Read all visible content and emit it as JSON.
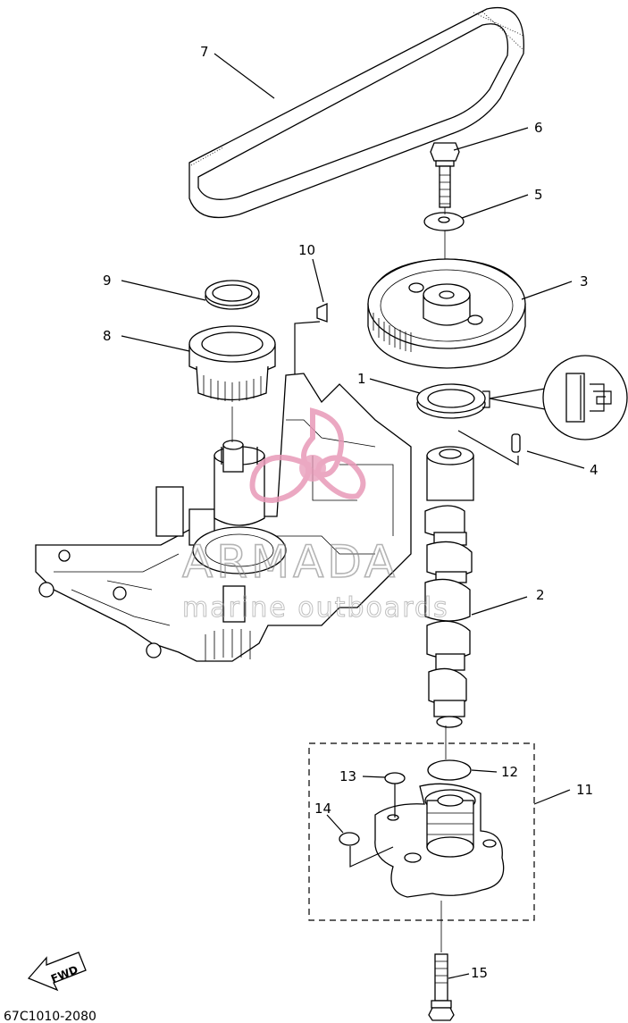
{
  "diagram": {
    "callouts": [
      {
        "id": "c1",
        "label": "1"
      },
      {
        "id": "c2",
        "label": "2"
      },
      {
        "id": "c3",
        "label": "3"
      },
      {
        "id": "c4",
        "label": "4"
      },
      {
        "id": "c5",
        "label": "5"
      },
      {
        "id": "c6",
        "label": "6"
      },
      {
        "id": "c7",
        "label": "7"
      },
      {
        "id": "c8",
        "label": "8"
      },
      {
        "id": "c9",
        "label": "9"
      },
      {
        "id": "c10",
        "label": "10"
      },
      {
        "id": "c11",
        "label": "11"
      },
      {
        "id": "c12",
        "label": "12"
      },
      {
        "id": "c13",
        "label": "13"
      },
      {
        "id": "c14",
        "label": "14"
      },
      {
        "id": "c15",
        "label": "15"
      }
    ],
    "fwd_label": "FWD",
    "diagram_code": "67C1010-2080"
  },
  "watermark": {
    "brand": "ARMADA",
    "tagline": "marine outboards",
    "colors": {
      "logo_pink": "#e89ab8",
      "logo_dark": "#c04b7e",
      "text_gray": "#8a8a8a"
    }
  }
}
